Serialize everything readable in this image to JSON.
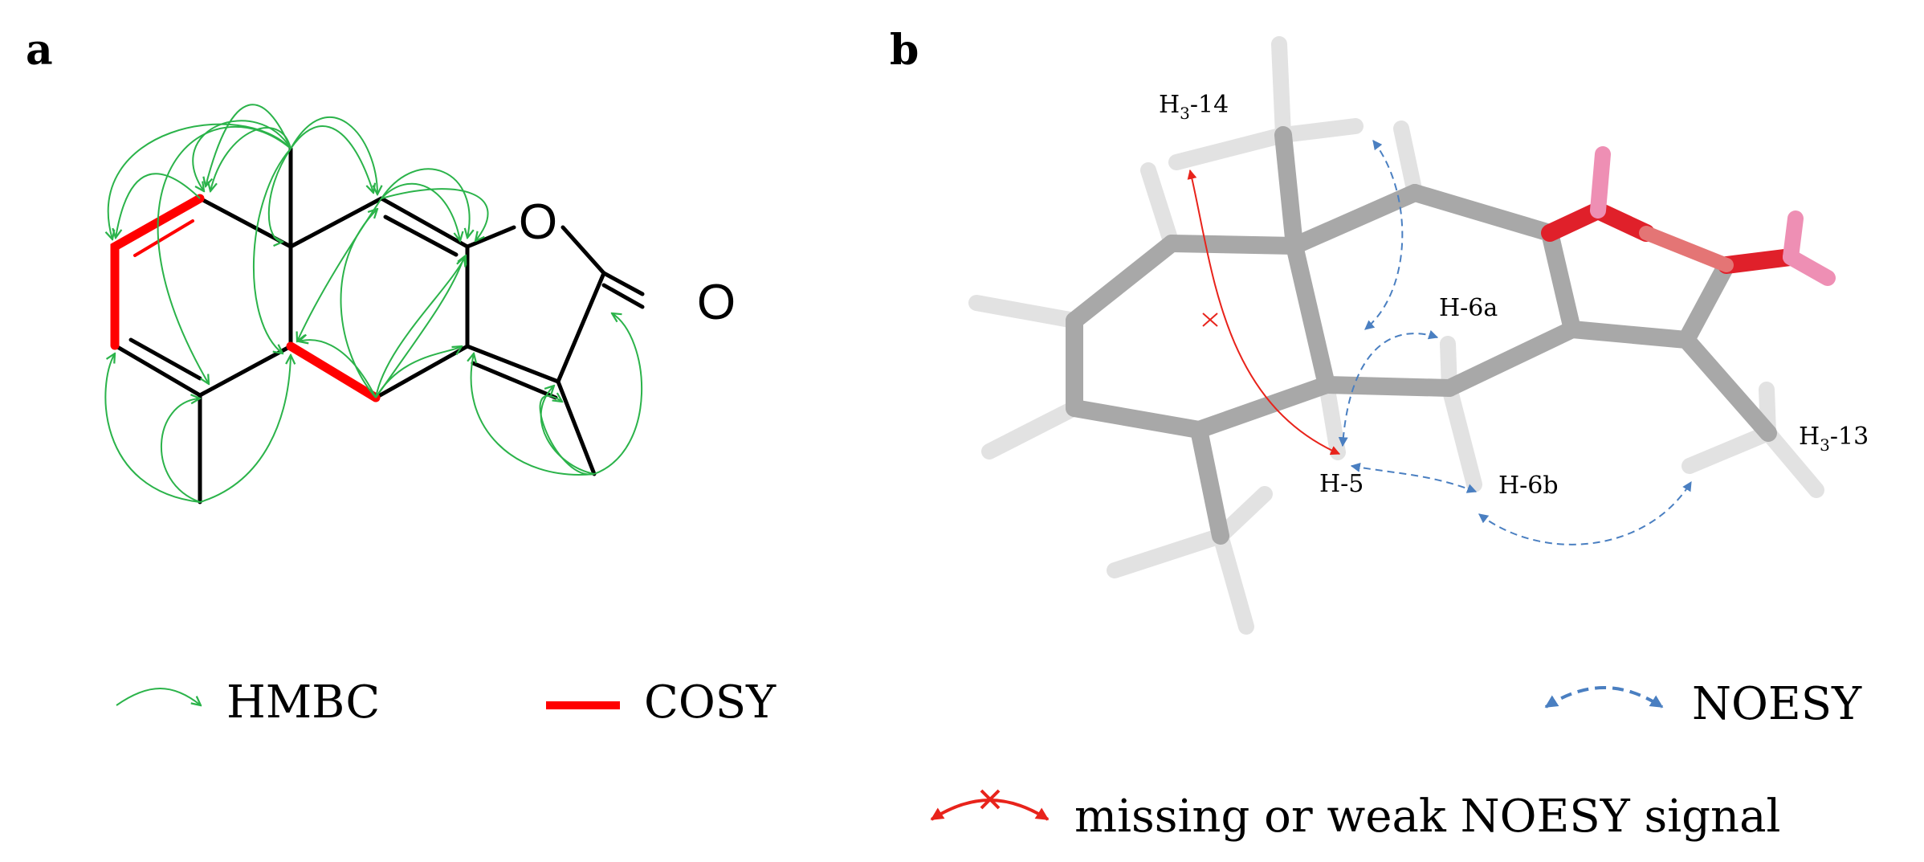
{
  "panel_a": {
    "label": "a",
    "atom_o_ring": "O",
    "atom_o_carbonyl": "O",
    "legend": {
      "hmbc": "HMBC",
      "cosy": "COSY"
    }
  },
  "panel_b": {
    "label": "b",
    "atom_labels": {
      "h14_pre": "H",
      "h14_sub": "3",
      "h14_post": "-14",
      "h6a": "H-6a",
      "h5": "H-5",
      "h6b": "H-6b",
      "h13_pre": "H",
      "h13_sub": "3",
      "h13_post": "-13"
    },
    "legend": {
      "noesy": "NOESY",
      "missing": "missing or weak NOESY signal"
    }
  },
  "colors": {
    "hmbc": "#2bb34a",
    "cosy": "#ff0000",
    "noesy": "#4a7fc1",
    "missing": "#e8231b",
    "bond": "#000000",
    "stick": "#a8a8a8",
    "oxygen": "#e0202a",
    "hydroxyl_h": "#ee8fb4"
  }
}
